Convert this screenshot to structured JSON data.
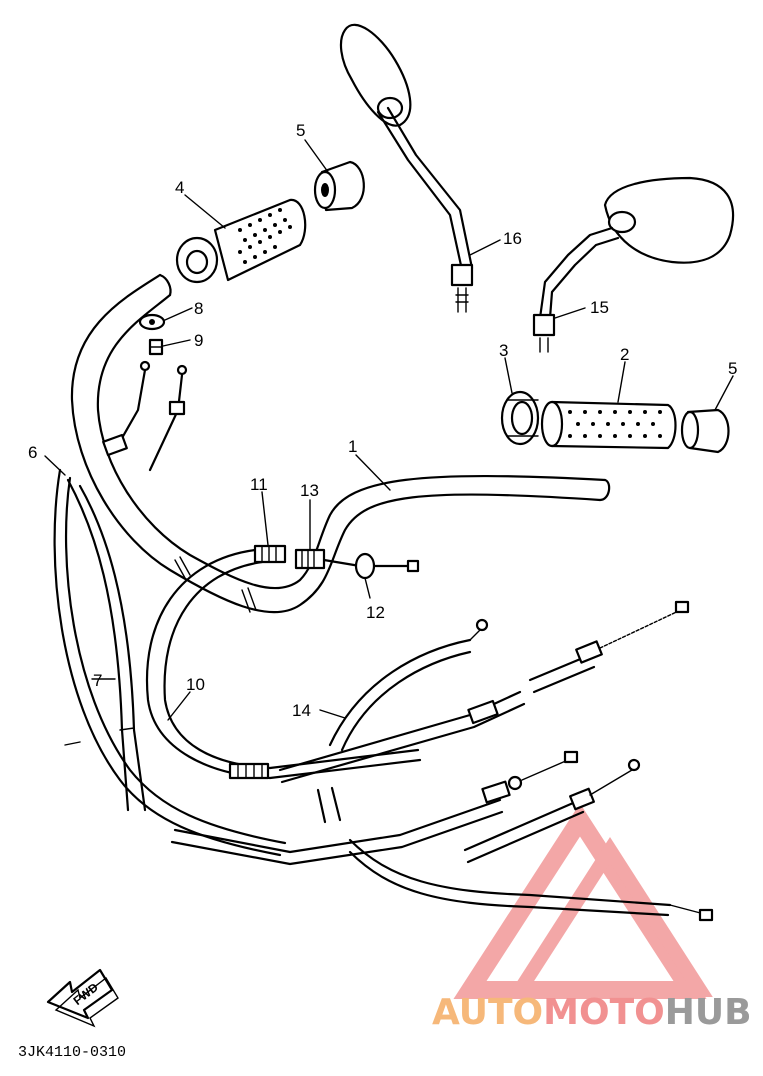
{
  "diagram": {
    "callouts": [
      "1",
      "2",
      "3",
      "4",
      "5",
      "5",
      "6",
      "7",
      "8",
      "9",
      "10",
      "11",
      "12",
      "13",
      "14",
      "15",
      "16"
    ],
    "fwd_label": "FWD",
    "drawing_code": "3JK4110-0310"
  },
  "watermark": {
    "part1": "AUTO",
    "part2": "MOTO",
    "part3": "HUB",
    "colors": {
      "auto": "#f6b87a",
      "moto": "#f19191",
      "hub": "#9a9a9a",
      "triangle": "#f08a8a"
    }
  }
}
